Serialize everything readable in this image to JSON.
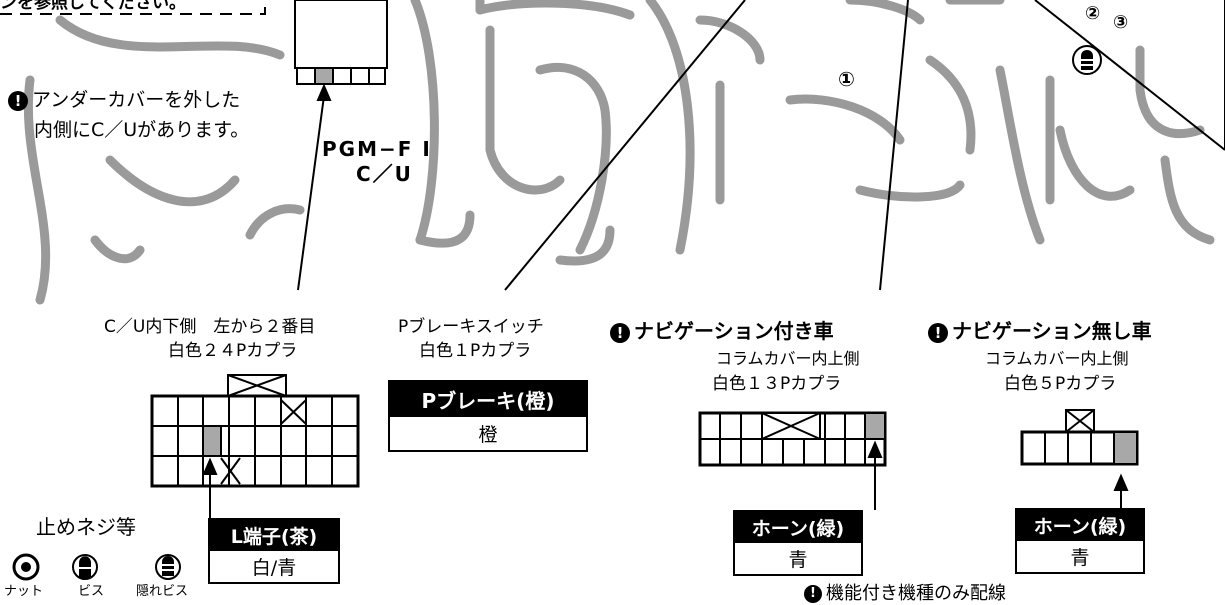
{
  "top_note": "ンを参照してください。",
  "undercover_note": {
    "line1": "アンダーカバーを外した",
    "line2": "内側にC／Uがあります。"
  },
  "pgm": {
    "line1": "PGM−F I",
    "line2": "C／U"
  },
  "circle_numbers": {
    "n1": "①",
    "n2": "②",
    "n3": "③"
  },
  "connector_24p": {
    "line1": "C／U内下側　左から２番目",
    "line2": "白色２４Pカプラ",
    "label_head": "L端子(茶)",
    "label_body": "白/青"
  },
  "connector_brake": {
    "line1": "Pブレーキスイッチ",
    "line2": "白色１Pカプラ",
    "label_head": "Pブレーキ(橙)",
    "label_body": "橙"
  },
  "connector_nav": {
    "title": "ナビゲーション付き車",
    "line1": "コラムカバー内上側",
    "line2": "白色１３Pカプラ",
    "label_head": "ホーン(緑)",
    "label_body": "青"
  },
  "connector_nonav": {
    "title": "ナビゲーション無し車",
    "line1": "コラムカバー内上側",
    "line2": "白色５Pカプラ",
    "label_head": "ホーン(緑)",
    "label_body": "青"
  },
  "legend": {
    "title": "止めネジ等",
    "nut": "ナット",
    "screw": "ビス",
    "hidden_screw": "隠れビス"
  },
  "bottom_note": "機能付き機種のみ配線",
  "warn_mark": "!",
  "colors": {
    "line": "#000000",
    "dash_gray": "#9a9a9a",
    "highlight": "#a8a8a8"
  }
}
